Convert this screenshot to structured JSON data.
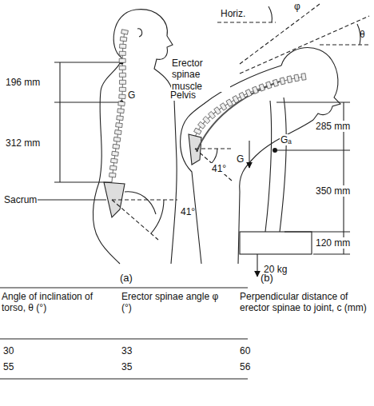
{
  "diagram": {
    "labels": [
      "196 mm",
      "G",
      "312 mm",
      "Sacrum",
      "41°",
      "(a)",
      "Horiz.",
      "φ",
      "θ",
      "Erector spinae muscle",
      "Pelvis",
      "G",
      "Gₐ",
      "285 mm",
      "41°",
      "350 mm",
      "120 mm",
      "20 kg",
      "(b)",
      "Angle of inclination of torso, θ (°)",
      "Erector spinae angle φ (°)",
      "Perpendicular distance of erector spinae to joint, c (mm)",
      "30",
      "33",
      "60",
      "55",
      "35",
      "56"
    ]
  }
}
